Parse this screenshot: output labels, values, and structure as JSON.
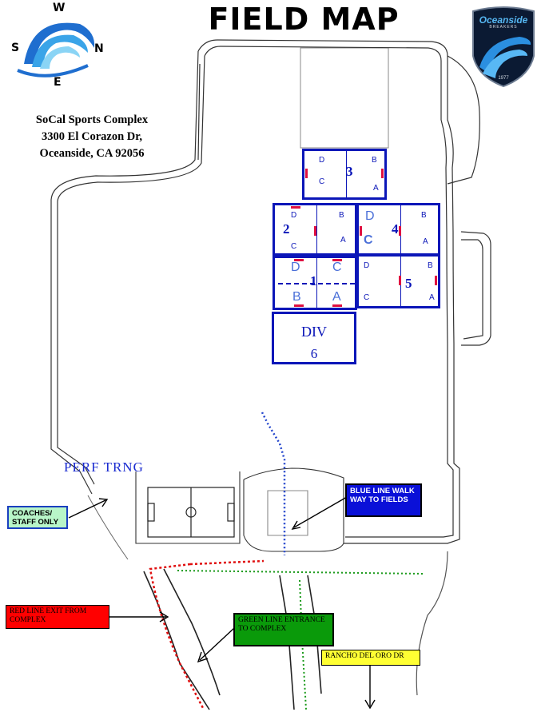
{
  "title": "FIELD MAP",
  "compass": {
    "north": "N",
    "south": "S",
    "east": "E",
    "west": "W"
  },
  "address": {
    "name": "SoCal Sports Complex",
    "street": "3300 El Corazon Dr,",
    "city": "Oceanside, CA 92056"
  },
  "logo": {
    "brand": "Oceanside",
    "sub": "BREAKERS",
    "year": "1977"
  },
  "fields": [
    {
      "number": "1",
      "subfields": [
        "D",
        "C",
        "B",
        "A"
      ]
    },
    {
      "number": "2",
      "subfields": [
        "D",
        "B",
        "C",
        "A"
      ]
    },
    {
      "number": "3",
      "subfields": [
        "D",
        "B",
        "C",
        "A"
      ]
    },
    {
      "number": "4",
      "subfields": [
        "D",
        "B",
        "C",
        "A"
      ]
    },
    {
      "number": "5",
      "subfields": [
        "D",
        "B",
        "C",
        "A"
      ]
    }
  ],
  "div_field": {
    "label": "DIV",
    "number": "6"
  },
  "perf_training": "PERF  TRNG",
  "legends": {
    "coaches": "COACHES/ STAFF ONLY",
    "blue_line": "BLUE LINE WALK WAY TO FIELDS",
    "red_line": "RED LINE EXIT FROM COMPLEX",
    "green_line": "GREEN LINE ENTRANCE TO COMPLEX",
    "rancho": "RANCHO DEL ORO DR"
  },
  "colors": {
    "field_blue": "#0b16b8",
    "red_line": "#e01010",
    "green_line": "#1a9a1a",
    "blue_line": "#2244cc",
    "legend_red": "#ff0000",
    "legend_green": "#0a9a0a",
    "legend_blue": "#0a10d8",
    "legend_yellow": "#ffff33",
    "legend_mint": "#b8f5c8"
  }
}
